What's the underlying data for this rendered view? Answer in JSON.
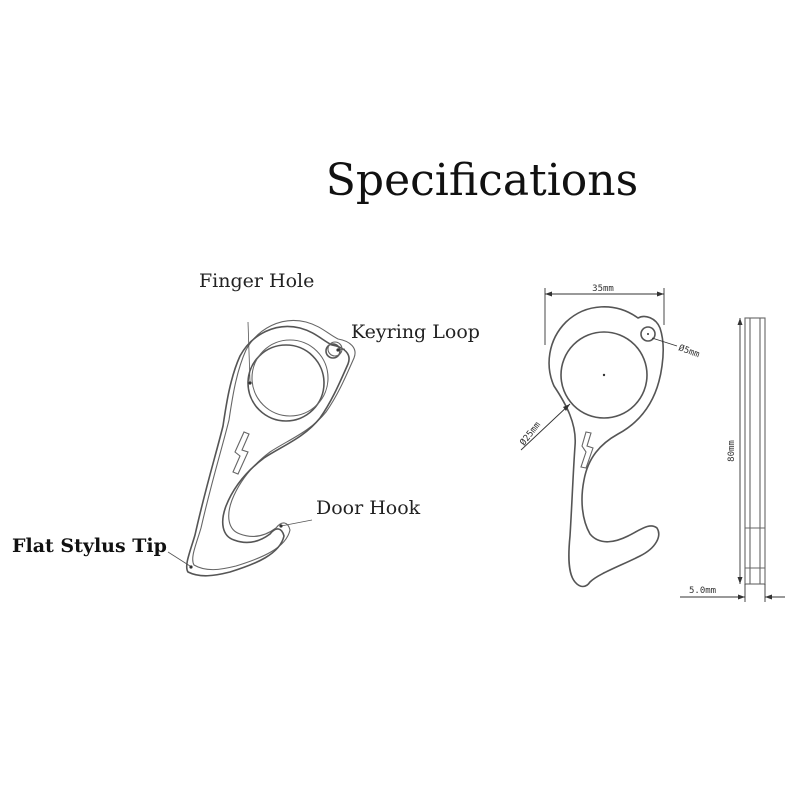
{
  "title": "Specifications",
  "callouts": {
    "finger_hole": "Finger Hole",
    "keyring_loop": "Keyring Loop",
    "door_hook": "Door Hook",
    "flat_stylus_tip": "Flat Stylus Tip"
  },
  "dimensions": {
    "width": "35mm",
    "key_hole_diameter": "Ø5mm",
    "finger_hole_diameter": "Ø25mm",
    "height": "80mm",
    "thickness": "5.0mm"
  },
  "colors": {
    "line": "#555555",
    "text": "#222222",
    "background": "#ffffff"
  }
}
